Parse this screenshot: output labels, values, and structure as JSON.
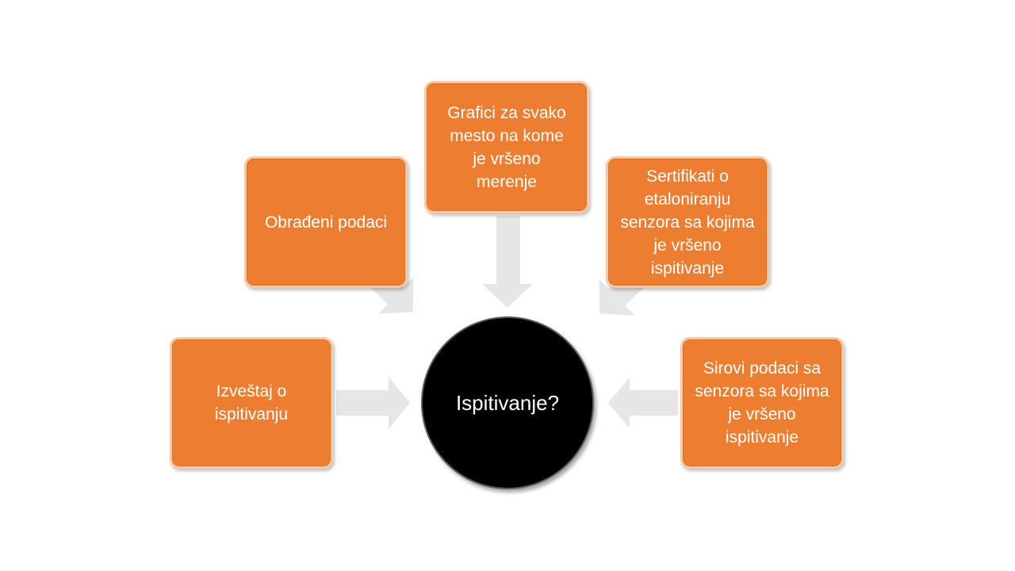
{
  "diagram": {
    "center_label": "Ispitivanje?",
    "nodes": [
      {
        "id": "left",
        "lines": [
          "Izveštaj o",
          "ispitivanju"
        ]
      },
      {
        "id": "upleft",
        "lines": [
          "Obrađeni podaci"
        ]
      },
      {
        "id": "top",
        "lines": [
          "Grafici za svako",
          "mesto na kome",
          "je vršeno",
          "merenje"
        ]
      },
      {
        "id": "upright",
        "lines": [
          "Sertifikati o",
          "etaloniranju",
          "senzora sa kojima",
          "je vršeno",
          "ispitivanje"
        ]
      },
      {
        "id": "right",
        "lines": [
          "Sirovi podaci sa",
          "senzora sa kojima",
          "je vršeno",
          "ispitivanje"
        ]
      }
    ],
    "colors": {
      "box_fill": "#ed7d31",
      "box_border": "#f8c9a4",
      "center_fill": "#000000",
      "arrow_fill": "#e6e6e6",
      "text": "#ffffff"
    }
  }
}
